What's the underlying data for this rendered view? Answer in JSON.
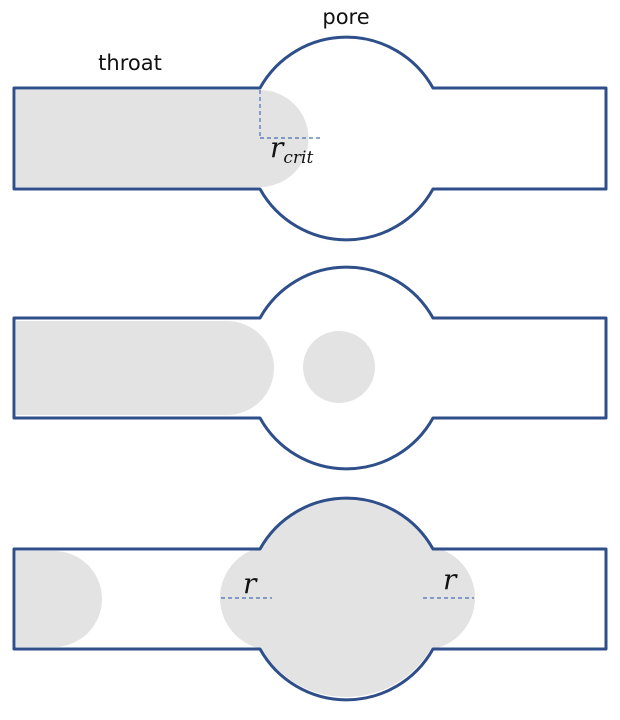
{
  "labels": {
    "pore": "pore",
    "throat": "throat",
    "r_crit_base": "r",
    "r_crit_sub": "crit",
    "r_left": "r",
    "r_right": "r"
  },
  "colors": {
    "outline": "#2f4f8a",
    "fluid": "#e3e3e3",
    "radius_line": "#4a6fb8",
    "background": "#ffffff"
  },
  "panels": [
    {
      "id": "panel-1",
      "description_key": "critical-radius"
    },
    {
      "id": "panel-2",
      "description_key": "snap-off-droplet"
    },
    {
      "id": "panel-3",
      "description_key": "pore-filled"
    }
  ]
}
